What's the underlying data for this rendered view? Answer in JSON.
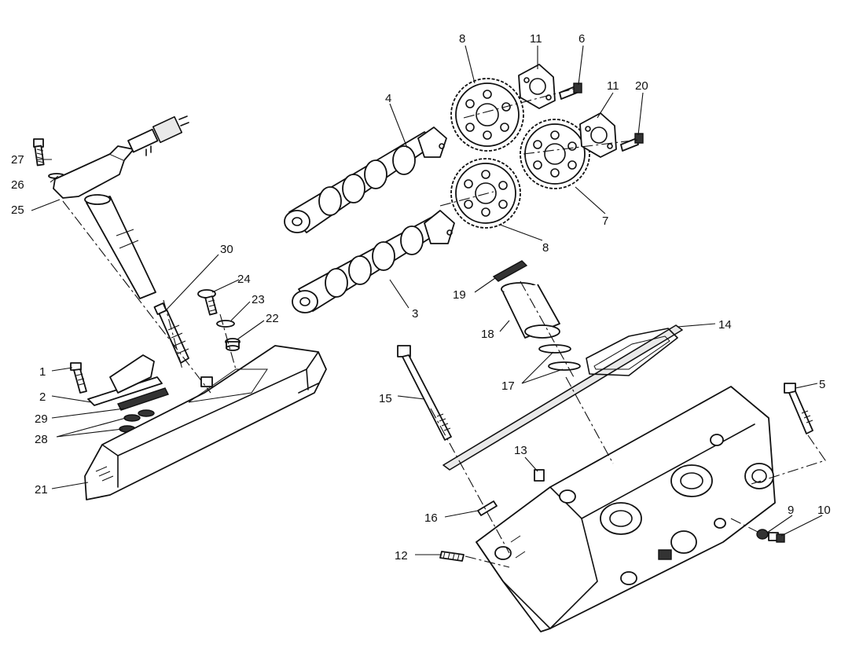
{
  "callouts": [
    {
      "id": "c1",
      "label": "1"
    },
    {
      "id": "c2",
      "label": "2"
    },
    {
      "id": "c3",
      "label": "3"
    },
    {
      "id": "c4",
      "label": "4"
    },
    {
      "id": "c5",
      "label": "5"
    },
    {
      "id": "c6",
      "label": "6"
    },
    {
      "id": "c7",
      "label": "7"
    },
    {
      "id": "c8a",
      "label": "8"
    },
    {
      "id": "c8b",
      "label": "8"
    },
    {
      "id": "c9",
      "label": "9"
    },
    {
      "id": "c10",
      "label": "10"
    },
    {
      "id": "c11a",
      "label": "11"
    },
    {
      "id": "c11b",
      "label": "11"
    },
    {
      "id": "c12",
      "label": "12"
    },
    {
      "id": "c13",
      "label": "13"
    },
    {
      "id": "c14",
      "label": "14"
    },
    {
      "id": "c15",
      "label": "15"
    },
    {
      "id": "c16",
      "label": "16"
    },
    {
      "id": "c17",
      "label": "17"
    },
    {
      "id": "c18",
      "label": "18"
    },
    {
      "id": "c19",
      "label": "19"
    },
    {
      "id": "c20",
      "label": "20"
    },
    {
      "id": "c21",
      "label": "21"
    },
    {
      "id": "c22",
      "label": "22"
    },
    {
      "id": "c23",
      "label": "23"
    },
    {
      "id": "c24",
      "label": "24"
    },
    {
      "id": "c25",
      "label": "25"
    },
    {
      "id": "c26",
      "label": "26"
    },
    {
      "id": "c27",
      "label": "27"
    },
    {
      "id": "c28",
      "label": "28"
    },
    {
      "id": "c29",
      "label": "29"
    },
    {
      "id": "c30",
      "label": "30"
    }
  ]
}
